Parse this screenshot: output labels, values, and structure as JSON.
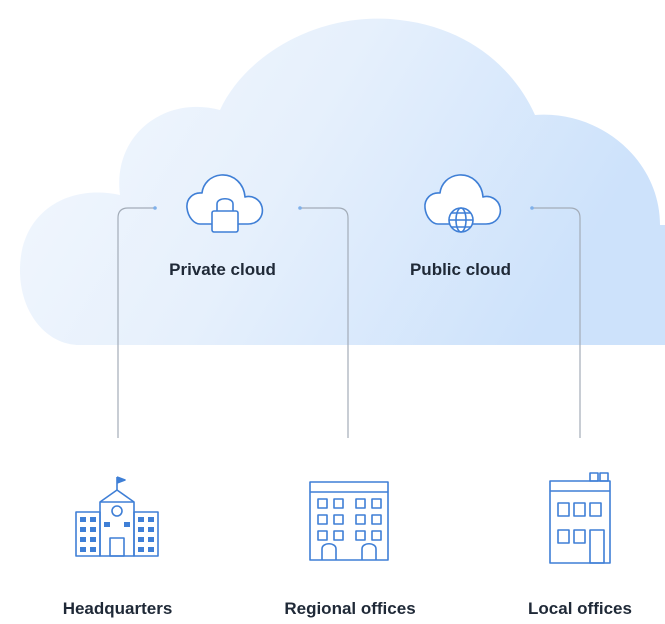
{
  "clouds": [
    {
      "label": "Private cloud",
      "icon": "cloud-lock-icon"
    },
    {
      "label": "Public cloud",
      "icon": "cloud-globe-icon"
    }
  ],
  "offices": [
    {
      "label": "Headquarters",
      "icon": "headquarters-building-icon"
    },
    {
      "label": "Regional offices",
      "icon": "regional-office-building-icon"
    },
    {
      "label": "Local offices",
      "icon": "local-office-building-icon"
    }
  ],
  "colors": {
    "cloud_fill_light": "#f3f8fe",
    "cloud_fill_dark": "#cfe3fb",
    "icon_stroke": "#3f7fd6",
    "connector": "#9aa4b2",
    "label_text": "#1f2937"
  }
}
